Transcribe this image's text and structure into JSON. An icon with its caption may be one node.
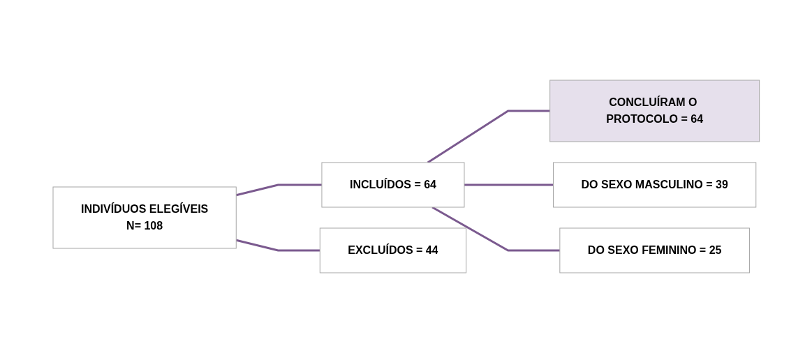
{
  "diagram": {
    "nodes": [
      {
        "text": [
          "INDIVÍDUOS ELEGÍVEIS",
          "N= 108"
        ]
      },
      {
        "text": [
          "INCLUÍDOS = 64"
        ]
      },
      {
        "text": [
          "EXCLUÍDOS = 44"
        ]
      },
      {
        "text": [
          "CONCLUÍRAM O PROTOCOLO = 64"
        ]
      },
      {
        "text": [
          "DO SEXO MASCULINO = 39"
        ]
      },
      {
        "text": [
          "DO SEXO FEMININO = 25"
        ]
      }
    ],
    "edges": [
      {
        "from": 0,
        "to": 1,
        "arrow": "none"
      },
      {
        "from": 0,
        "to": 2,
        "arrow": "none"
      },
      {
        "from": 1,
        "to": 3,
        "arrow": "none"
      },
      {
        "from": 1,
        "to": 4,
        "arrow": "none"
      },
      {
        "from": 1,
        "to": 5,
        "arrow": "none"
      }
    ]
  }
}
